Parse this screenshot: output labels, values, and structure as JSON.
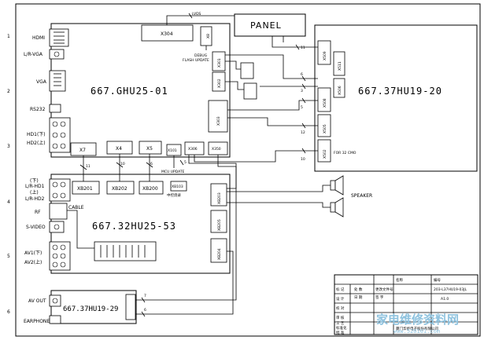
{
  "rows": [
    "1",
    "2",
    "3",
    "4",
    "5",
    "6"
  ],
  "boards": {
    "main": "667.GHU25-01",
    "av": "667.32HU25-53",
    "ps": "667.37HU19-20",
    "out": "667.37HU19-29"
  },
  "panel_label": "PANEL",
  "lvds_label": "LVDS",
  "left_labels": {
    "hdmi": "HDMI",
    "lr_vga": "L/R-VGA",
    "vga": "VGA",
    "rs232": "RS232",
    "hd1": "HD1(下)",
    "hd2": "HD2(上)",
    "lr_hd1": "(下)",
    "lr_hd1b": "L/R-HD1",
    "lr_hd2": "(上)",
    "lr_hd2b": "L/R-HD2",
    "rf": "RF",
    "svideo": "S-VIDEO",
    "av1": "AV1(下)",
    "av2": "AV2(上)",
    "av_out": "AV OUT",
    "earphone": "EARPHONE"
  },
  "connectors": {
    "x304": "X304",
    "x8": "X8",
    "x301": "X301",
    "x302": "X302",
    "x303": "X303",
    "x7": "X7",
    "x4": "X4",
    "x5": "X5",
    "x101": "X101",
    "x306": "X306",
    "x350": "X350",
    "xb201": "XB201",
    "xb202": "XB202",
    "xb200": "XB200",
    "xb103": "XB103",
    "xb203": "XB203",
    "xb205": "XB205",
    "xb204": "XB204",
    "x509": "X509",
    "x511": "X511",
    "x506": "X506",
    "x508": "X508",
    "x505": "X505",
    "x502": "X502"
  },
  "notes": {
    "debug_flash": "DEBUG",
    "debug_flash2": "FLASH UPDATE",
    "mcu_update": "MCU UPDATE",
    "mcu_program": "中控烧录",
    "for32": "FOR 32 CMO",
    "speaker": "SPEAKER",
    "cable": "CABLE"
  },
  "wire_counts": {
    "w11a": "11",
    "w10a": "10",
    "w6a": "6",
    "w5": "5",
    "w11b": "11",
    "w6b": "6",
    "w3": "3",
    "w5b": "5",
    "w12": "12",
    "w10b": "10",
    "w7": "7",
    "w6c": "6"
  },
  "title_block": {
    "name_hdr": "名称",
    "code_hdr": "编号",
    "code_val": "203-L37HU19-03JL",
    "version": "A1.0",
    "r1": "标 记",
    "r2": "处 数",
    "r3": "更改文件号",
    "r4": "签 字",
    "r5": "日 期",
    "r6": "设 计",
    "r7": "校 对",
    "r8": "审 核",
    "r9": "工 艺",
    "r10": "标准化",
    "r11": "批 准",
    "company": "厦门华侨电子股份有限公司"
  },
  "watermark": {
    "text": "家电维修资料网",
    "url": "www.520101.com"
  }
}
